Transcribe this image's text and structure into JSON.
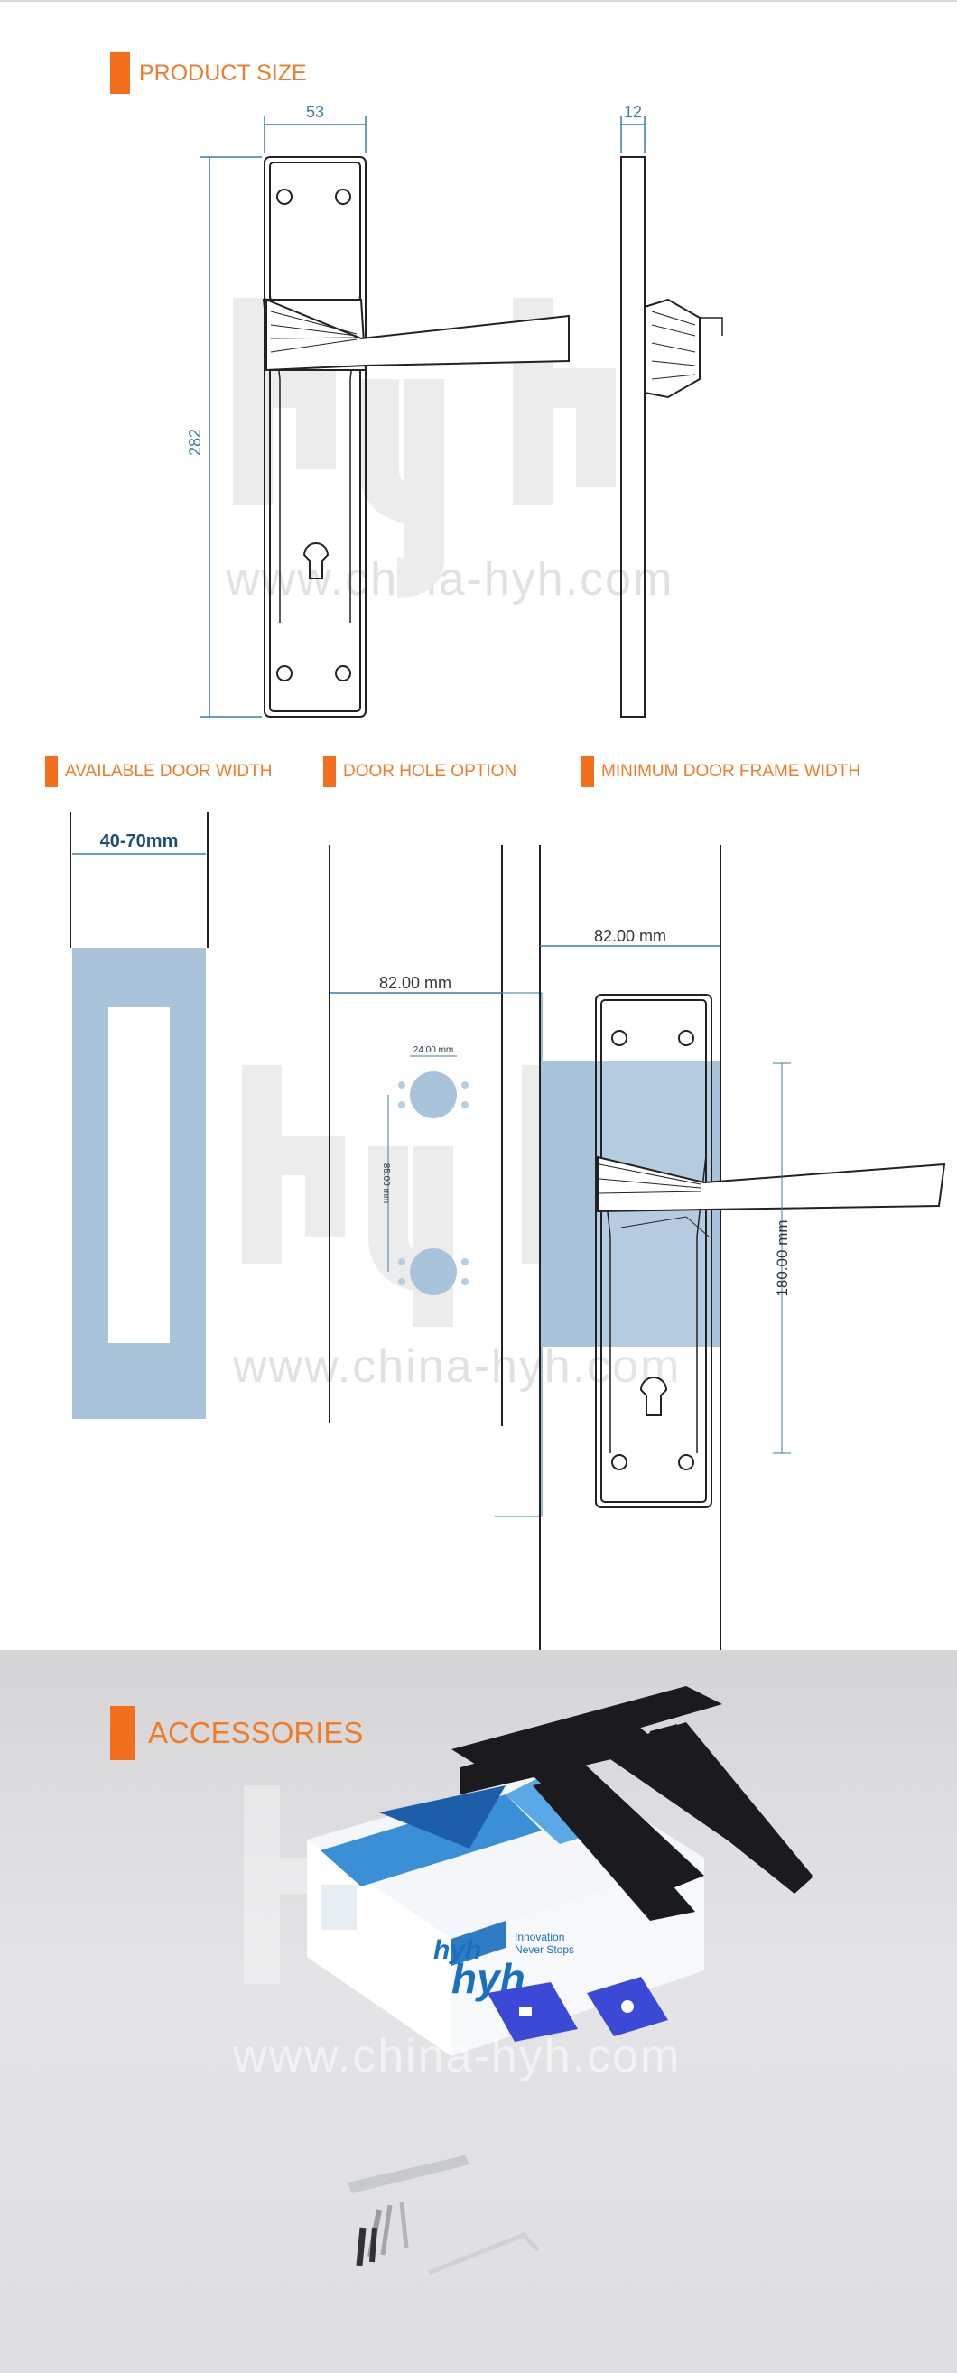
{
  "sections": {
    "product_size": "PRODUCT SIZE",
    "available_door_width": "AVAILABLE DOOR WIDTH",
    "door_hole_option": "DOOR HOLE OPTION",
    "minimum_door_frame_width": "MINIMUM DOOR FRAME WIDTH",
    "accessories": "ACCESSORIES"
  },
  "dimensions": {
    "plate_width": "53",
    "thickness": "12",
    "plate_height": "282",
    "door_width": "40-70mm",
    "hole_offset": "82.00 mm",
    "hole_diameter": "24.00 mm",
    "hole_spacing": "85.00 mm",
    "frame_offset": "82.00 mm",
    "lever_height": "180.00 mm"
  },
  "watermark": {
    "url": "www.china-hyh.com"
  },
  "box": {
    "brand": "hyh",
    "tagline_1": "Innovation",
    "tagline_2": "Never Stops"
  },
  "colors": {
    "accent": "#f36f1d",
    "dimension_blue": "#3b7ab0",
    "door_fill": "#a9c3db",
    "photo_bg": "#dedee0"
  }
}
